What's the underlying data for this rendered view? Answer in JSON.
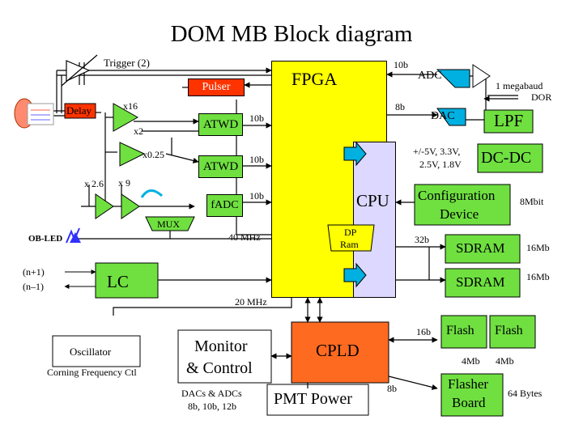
{
  "title": "DOM MB Block diagram",
  "colors": {
    "fpga": "#ffff00",
    "green": "#6fe040",
    "cpu": "#dcd8ff",
    "red": "#ff3300",
    "cpld": "#ff6a21",
    "cyan": "#00b0e0",
    "led": "#3030ff"
  },
  "labels": {
    "trigger": "Trigger (2)",
    "pulser": "Pulser",
    "fpga": "FPGA",
    "adc": "ADC",
    "dac": "DAC",
    "baud": "1 megabaud",
    "dor": "DOR",
    "lpf": "LPF",
    "delay": "Delay",
    "x16": "x16",
    "x2": "x2",
    "x025": "x0.25",
    "x26": "x 2.6",
    "x9": "x 9",
    "atwd1": "ATWD",
    "atwd2": "ATWD",
    "fadc": "fADC",
    "b10_top": "10b",
    "b10_atwd1": "10b",
    "b10_atwd2": "10b",
    "b10_fadc": "10b",
    "b8_dac": "8b",
    "power": "+/-5V, 3.3V,",
    "power2": "2.5V, 1.8V",
    "dcdc": "DC-DC",
    "cpu": "CPU",
    "config": "Configuration",
    "config2": "Device",
    "mbit": "8Mbit",
    "mux": "MUX",
    "mhz40": "40 MHz",
    "dpram": "DP",
    "dpram2": "Ram",
    "b32": "32b",
    "sdram1": "SDRAM",
    "sdram2": "SDRAM",
    "mb16a": "16Mb",
    "mb16b": "16Mb",
    "obled": "OB-LED",
    "nplus": "(n+1)",
    "nminus": "(n–1)",
    "lc": "LC",
    "mhz20": "20 MHz",
    "b16": "16b",
    "flash1": "Flash",
    "flash2": "Flash",
    "mb4a": "4Mb",
    "mb4b": "4Mb",
    "oscillator": "Oscillator",
    "corning": "Corning Frequency Ctl",
    "monitor": "Monitor",
    "monitor2": "& Control",
    "dacsadcs": "DACs & ADCs",
    "bits": "8b, 10b, 12b",
    "cpld": "CPLD",
    "pmt": "PMT Power",
    "b8_cpld": "8b",
    "flasher": "Flasher",
    "flasher2": "Board",
    "bytes64": "64 Bytes"
  }
}
